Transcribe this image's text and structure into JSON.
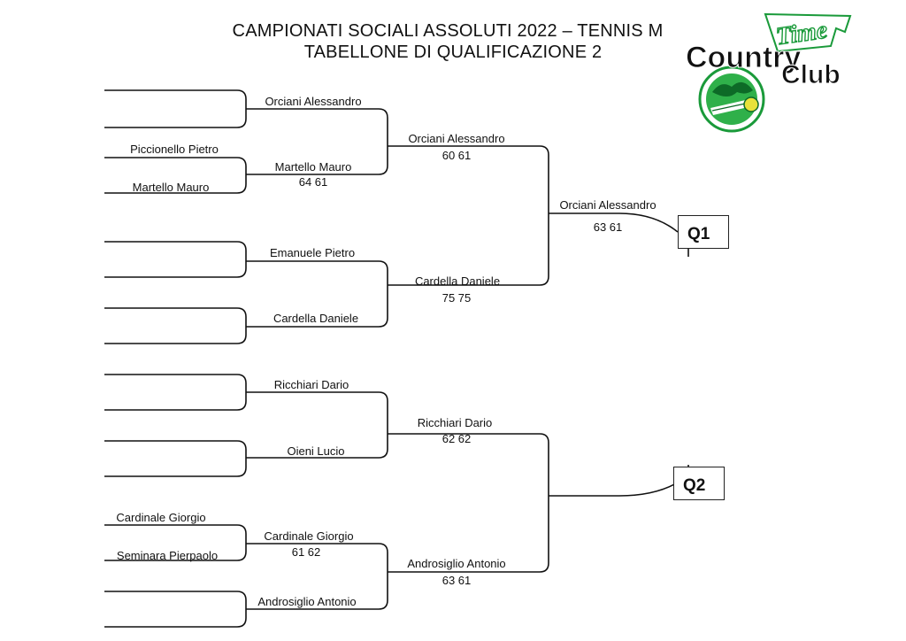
{
  "title": {
    "line1": "CAMPIONATI SOCIALI ASSOLUTI 2022 – TENNIS M",
    "line2": "TABELLONE DI QUALIFICAZIONE 2"
  },
  "logo": {
    "word1": "Country",
    "word2": "Time",
    "word3": "Club"
  },
  "bracket": {
    "round1": {
      "slot3": "Piccionello Pietro",
      "slot4": "Martello Mauro",
      "slot13": "Cardinale Giorgio",
      "slot14": "Seminara Pierpaolo"
    },
    "round2": [
      {
        "name": "Orciani Alessandro",
        "score": ""
      },
      {
        "name": "Martello Mauro",
        "score": "64 61"
      },
      {
        "name": "Emanuele Pietro",
        "score": ""
      },
      {
        "name": "Cardella Daniele",
        "score": ""
      },
      {
        "name": "Ricchiari Dario",
        "score": ""
      },
      {
        "name": "Oieni Lucio",
        "score": ""
      },
      {
        "name": "Cardinale Giorgio",
        "score": "61 62"
      },
      {
        "name": "Androsiglio Antonio",
        "score": ""
      }
    ],
    "round3": [
      {
        "name": "Orciani Alessandro",
        "score": "60 61"
      },
      {
        "name": "Cardella Daniele",
        "score": "75 75"
      },
      {
        "name": "Ricchiari Dario",
        "score": "62 62"
      },
      {
        "name": "Androsiglio Antonio",
        "score": "63 61"
      }
    ],
    "round4": [
      {
        "name": "Orciani Alessandro",
        "score": "63 61"
      },
      {
        "name": "",
        "score": ""
      }
    ],
    "qualifiers": [
      "Q1",
      "Q2"
    ]
  }
}
